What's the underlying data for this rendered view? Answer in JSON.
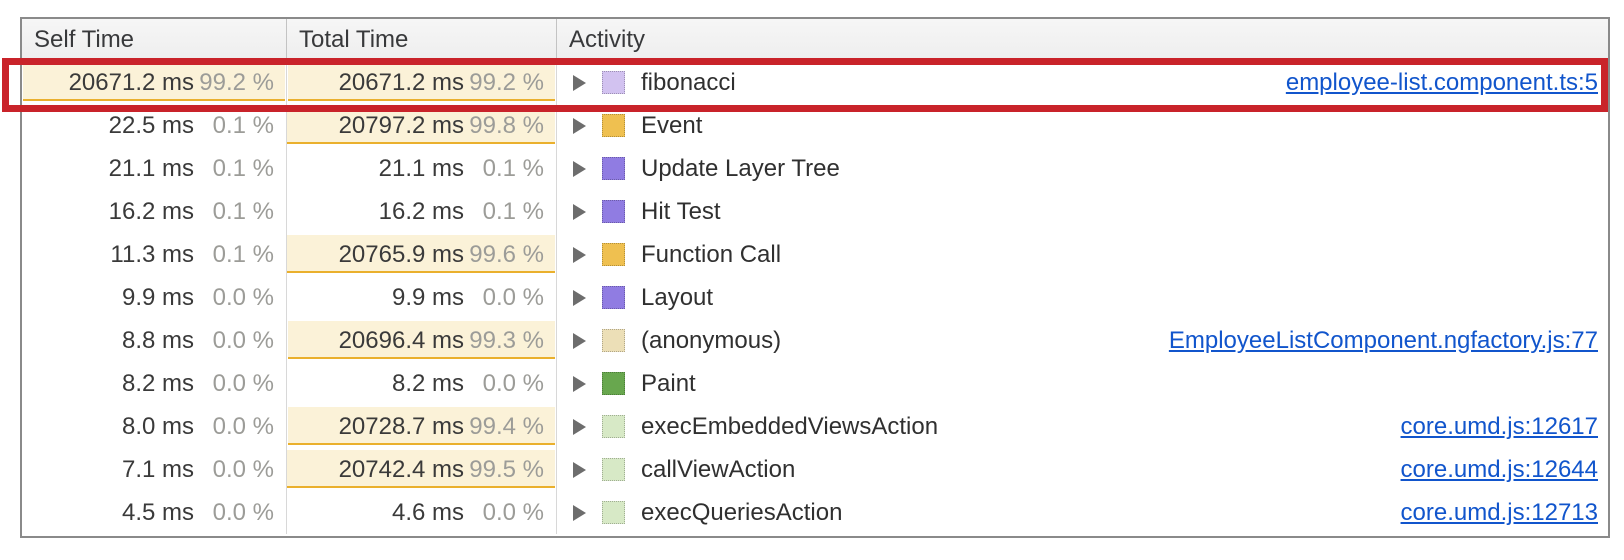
{
  "header": {
    "self_time": "Self Time",
    "total_time": "Total Time",
    "activity": "Activity"
  },
  "colors": {
    "annotation_red": "#c9232a",
    "link_blue": "#1155cc",
    "heat_bar_bg": "#fbf2d8",
    "heat_bar_border": "#eab02d",
    "swatches": {
      "lavender": "#d2c2f0",
      "yellow": "#efc050",
      "purple": "#907ce2",
      "tan": "#ecdfb7",
      "green": "#68a74e",
      "light_green": "#d7e9c6"
    }
  },
  "rows": [
    {
      "self_ms": "20671.2 ms",
      "self_pct": "99.2 %",
      "self_bar": 99.2,
      "total_ms": "20671.2 ms",
      "total_pct": "99.2 %",
      "total_bar": 99.2,
      "swatch": "lavender",
      "activity": "fibonacci",
      "link": "employee-list.component.ts:5",
      "annotated": true
    },
    {
      "self_ms": "22.5 ms",
      "self_pct": "0.1 %",
      "total_ms": "20797.2 ms",
      "total_pct": "99.8 %",
      "total_bar": 99.8,
      "swatch": "yellow",
      "activity": "Event",
      "link": ""
    },
    {
      "self_ms": "21.1 ms",
      "self_pct": "0.1 %",
      "total_ms": "21.1 ms",
      "total_pct": "0.1 %",
      "swatch": "purple",
      "activity": "Update Layer Tree",
      "link": ""
    },
    {
      "self_ms": "16.2 ms",
      "self_pct": "0.1 %",
      "total_ms": "16.2 ms",
      "total_pct": "0.1 %",
      "swatch": "purple",
      "activity": "Hit Test",
      "link": ""
    },
    {
      "self_ms": "11.3 ms",
      "self_pct": "0.1 %",
      "total_ms": "20765.9 ms",
      "total_pct": "99.6 %",
      "total_bar": 99.6,
      "swatch": "yellow",
      "activity": "Function Call",
      "link": ""
    },
    {
      "self_ms": "9.9 ms",
      "self_pct": "0.0 %",
      "total_ms": "9.9 ms",
      "total_pct": "0.0 %",
      "swatch": "purple",
      "activity": "Layout",
      "link": ""
    },
    {
      "self_ms": "8.8 ms",
      "self_pct": "0.0 %",
      "total_ms": "20696.4 ms",
      "total_pct": "99.3 %",
      "total_bar": 99.3,
      "swatch": "tan",
      "activity": "(anonymous)",
      "link": "EmployeeListComponent.ngfactory.js:77"
    },
    {
      "self_ms": "8.2 ms",
      "self_pct": "0.0 %",
      "total_ms": "8.2 ms",
      "total_pct": "0.0 %",
      "swatch": "green",
      "activity": "Paint",
      "link": ""
    },
    {
      "self_ms": "8.0 ms",
      "self_pct": "0.0 %",
      "total_ms": "20728.7 ms",
      "total_pct": "99.4 %",
      "total_bar": 99.4,
      "swatch": "light_green",
      "activity": "execEmbeddedViewsAction",
      "link": "core.umd.js:12617"
    },
    {
      "self_ms": "7.1 ms",
      "self_pct": "0.0 %",
      "total_ms": "20742.4 ms",
      "total_pct": "99.5 %",
      "total_bar": 99.5,
      "swatch": "light_green",
      "activity": "callViewAction",
      "link": "core.umd.js:12644"
    },
    {
      "self_ms": "4.5 ms",
      "self_pct": "0.0 %",
      "total_ms": "4.6 ms",
      "total_pct": "0.0 %",
      "swatch": "light_green",
      "activity": "execQueriesAction",
      "link": "core.umd.js:12713"
    }
  ]
}
